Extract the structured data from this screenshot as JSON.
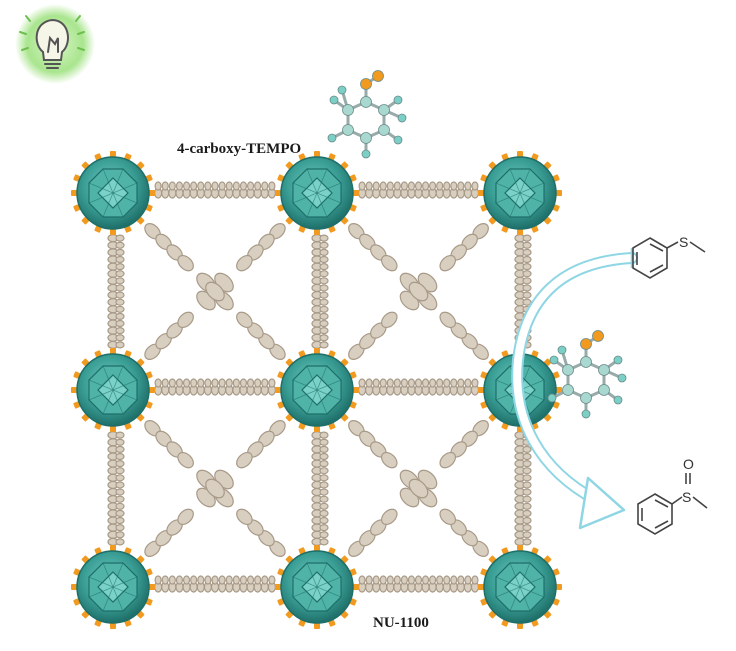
{
  "labels": {
    "tempo": "4-carboxy-TEMPO",
    "mof": "NU-1100"
  },
  "reactant": {
    "hetero_atom": "S"
  },
  "product": {
    "hetero_atom": "S",
    "oxo_atom": "O"
  },
  "icons": [
    "light-bulb-icon"
  ],
  "colors": {
    "node": "#3a9e95",
    "node_dark": "#1e6f69",
    "node_accent": "#f29a1f",
    "linker": "#d9cfc0",
    "linker_edge": "#a89a88",
    "arrow": "#8fd6e4",
    "glow": "#a9e58e",
    "tempo_c": "#a8d8cf",
    "tempo_h": "#7ccfc6",
    "tempo_o": "#f29a1f"
  }
}
